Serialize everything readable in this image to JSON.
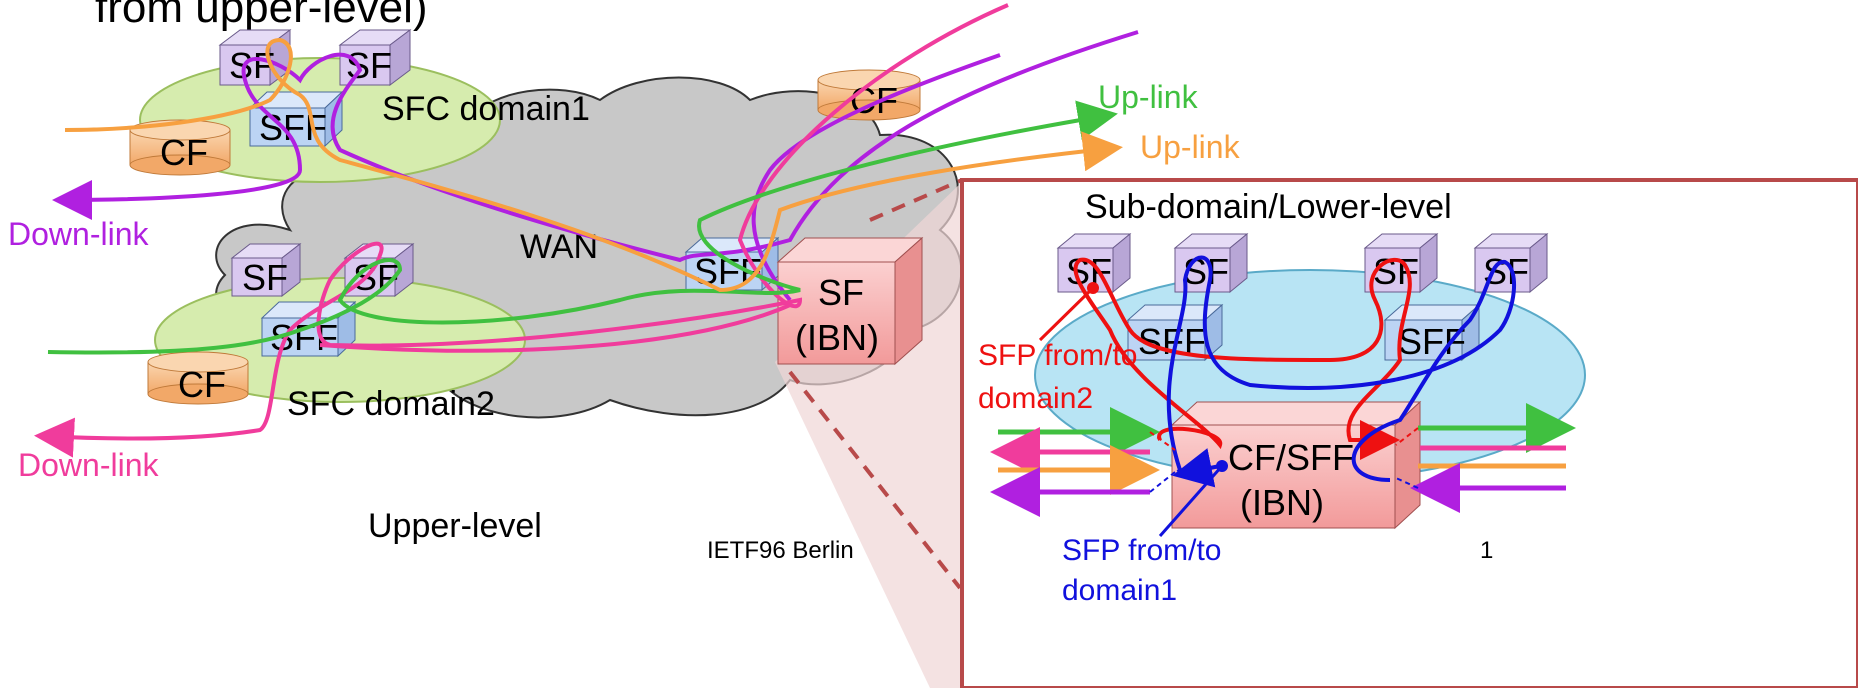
{
  "slide": {
    "title_fragment": "from upper-level)",
    "footer": "IETF96 Berlin",
    "page_number": "1"
  },
  "upper": {
    "wan_label": "WAN",
    "upper_level_label": "Upper-level",
    "domain1_label": "SFC domain1",
    "domain2_label": "SFC domain2",
    "sf": "SF",
    "sff": "SFF",
    "cf": "CF",
    "ibn_sf_line1": "SF",
    "ibn_sf_line2": "(IBN)",
    "uplink_green": "Up-link",
    "uplink_orange": "Up-link",
    "downlink_purple": "Down-link",
    "downlink_pink": "Down-link"
  },
  "lower": {
    "title": "Sub-domain/Lower-level",
    "sf": "SF",
    "sff": "SFF",
    "cfsff_line1": "CF/SFF",
    "cfsff_line2": "(IBN)",
    "sfp_red_line1": "SFP from/to",
    "sfp_red_line2": "domain2",
    "sfp_blue_line1": "SFP from/to",
    "sfp_blue_line2": "domain1"
  },
  "colors": {
    "purple": "#b020e0",
    "pink": "#f03c9c",
    "green": "#40c040",
    "orange": "#f7a040",
    "red": "#ee1111",
    "blue": "#1111dd",
    "frame": "#b84a4a",
    "sf_fill": "#d9c8f0",
    "sff_fill": "#bcd4f4",
    "cf_fill": "#f6c08e",
    "ibn_fill": "#f8b8b8",
    "domain1_fill": "#d6ecae",
    "domain2_fill": "#d6ecae",
    "lower_domain_fill": "#b8e4f4",
    "cloud_fill": "#c8c8c8"
  }
}
